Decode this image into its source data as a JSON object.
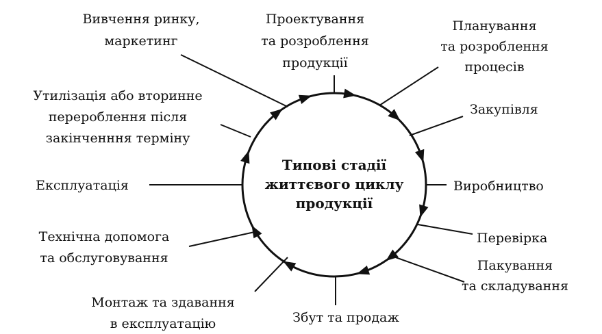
{
  "center": {
    "lines": [
      "Типові стадії",
      "життєвого циклу",
      "продукції"
    ]
  },
  "stages": [
    {
      "id": "design",
      "lines": [
        "Проектування",
        "та розроблення",
        "продукції"
      ]
    },
    {
      "id": "process-planning",
      "lines": [
        "Планування",
        "та розроблення",
        "процесів"
      ]
    },
    {
      "id": "purchasing",
      "lines": [
        "Закупівля"
      ]
    },
    {
      "id": "production",
      "lines": [
        "Виробництво"
      ]
    },
    {
      "id": "inspection",
      "lines": [
        "Перевірка"
      ]
    },
    {
      "id": "packaging",
      "lines": [
        "Пакування",
        "та складування"
      ]
    },
    {
      "id": "sales",
      "lines": [
        "Збут та продаж"
      ]
    },
    {
      "id": "installation",
      "lines": [
        "Монтаж та здавання",
        "в експлуатацію"
      ]
    },
    {
      "id": "maintenance",
      "lines": [
        "Технічна допомога",
        "та обслуговування"
      ]
    },
    {
      "id": "operation",
      "lines": [
        "Експлуатація"
      ]
    },
    {
      "id": "disposal",
      "lines": [
        "Утилізація або вторинне",
        "перероблення після",
        "закінченння терміну"
      ]
    },
    {
      "id": "marketing",
      "lines": [
        "Вивчення ринку,",
        "маркетинг"
      ]
    }
  ],
  "colors": {
    "ink": "#111111",
    "background": "#ffffff"
  }
}
